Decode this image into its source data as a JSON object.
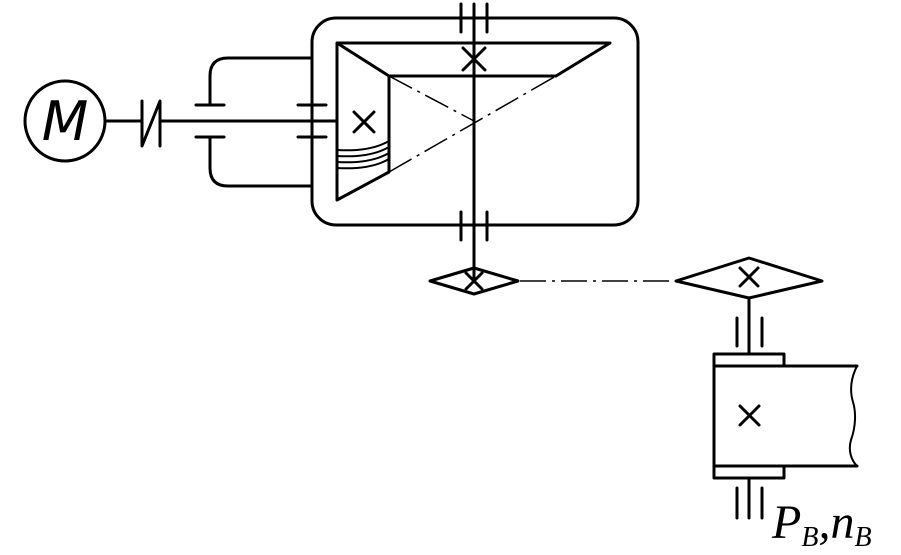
{
  "motor": {
    "letter": "M"
  },
  "output": {
    "power_symbol": "P",
    "power_subscript": "B",
    "separator": ",",
    "speed_symbol": "n",
    "speed_subscript": "B"
  },
  "colors": {
    "line": "#000000",
    "background": "#ffffff"
  },
  "icons": {
    "shaft_marker": "cross-icon"
  }
}
